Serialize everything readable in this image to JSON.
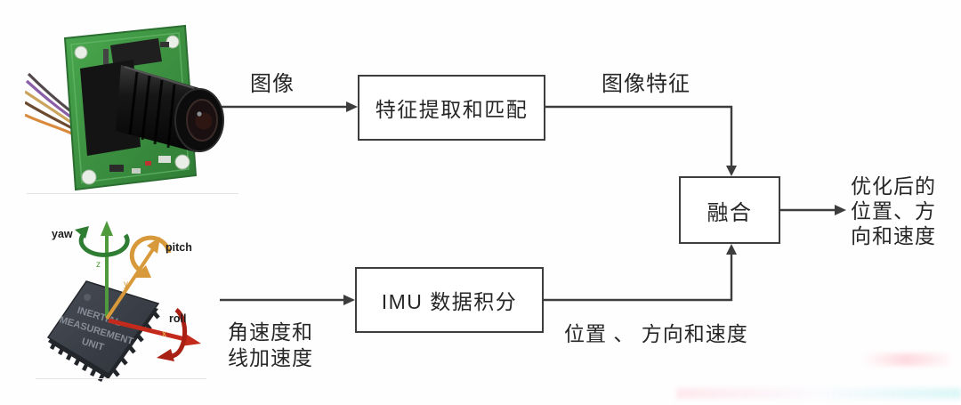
{
  "diagram": {
    "title_semantic": "visual-inertial-odometry-pipeline",
    "nodes": {
      "feature_box": "特征提取和匹配",
      "imu_box": "IMU 数据积分",
      "fusion_box": "融合"
    },
    "edge_labels": {
      "image": "图像",
      "image_features": "图像特征",
      "angular_velocity_line1": "角速度和",
      "angular_velocity_line2": "线加速度",
      "pose": "位置 、 方向和速度",
      "output_line1": "优化后的",
      "output_line2": "位置、方",
      "output_line3": "向和速度"
    },
    "imu_graphic": {
      "yaw_label": "yaw",
      "pitch_label": "pitch",
      "roll_label": "roll",
      "axis_z": "z",
      "axis_y": "y",
      "axis_x": "x",
      "chip_line1": "INERTIAL",
      "chip_line2": "MEASUREMENT",
      "chip_line3": "UNIT"
    },
    "colors": {
      "connector_line": "#3d3d3d",
      "text": "#262626",
      "pcb_green": "#3f9b44",
      "yaw_green": "#3e8f33",
      "pitch_orange": "#d8993b",
      "roll_red": "#c42a1c",
      "chip_body": "#3a3f47"
    }
  }
}
